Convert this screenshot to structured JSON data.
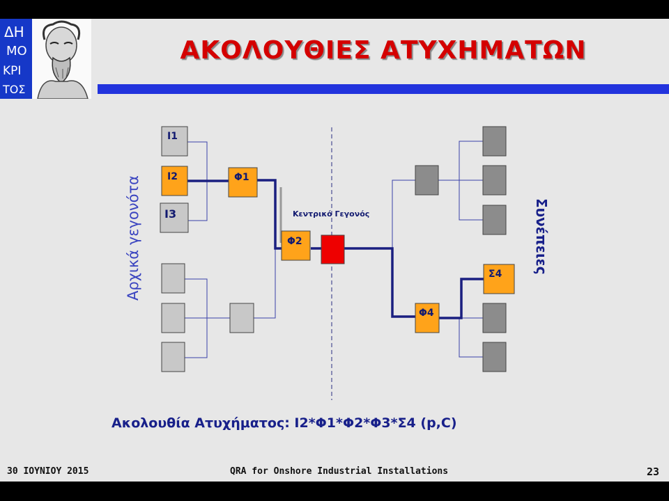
{
  "title": "ΑΚΟΛΟΥΘΙΕΣ ΑΤΥΧΗΜΑΤΩΝ",
  "logo": {
    "text": "ΔΗΜΟΚΡΙΤΟΣ",
    "lines": [
      "ΔΗ",
      "ΜΟ",
      "ΚΡΙ",
      "ΤΟΣ"
    ]
  },
  "diagram": {
    "left_axis_label": "Αρχικά γεγονότα",
    "right_axis_label": "Συνέπειες",
    "central_event_label": "Κεντρικό Γεγονός",
    "nodes": {
      "i1": "I1",
      "i2": "I2",
      "i3": "I3",
      "f1": "Φ1",
      "f2": "Φ2",
      "f4": "Φ4",
      "s4": "Σ4"
    },
    "colors": {
      "highlight": "#ffa31a",
      "neutral_left": "#c8c8c8",
      "neutral_right": "#8c8c8c",
      "central": "#ee0000",
      "path": "#1a1f80",
      "branch": "#3a40a8"
    }
  },
  "sequence_text": "Ακολουθία Ατυχήματος: I2*Φ1*Φ2*Φ3*Σ4  (p,C)",
  "footer": {
    "date": "30 ΙΟΥΝΙΟΥ 2015",
    "center": "QRA for Onshore Industrial Installations",
    "page": "23"
  }
}
